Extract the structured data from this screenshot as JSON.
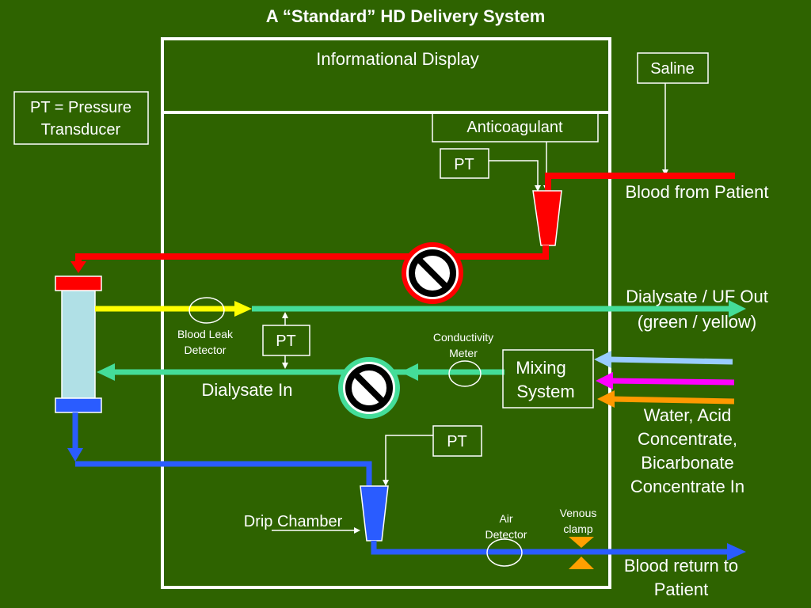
{
  "title": "A “Standard” HD Delivery System",
  "colors": {
    "background": "#2e6300",
    "blood": "#ff0000",
    "dialysate": "#44dd99",
    "uf_yellow": "#ffff00",
    "venous_blue": "#2a5cff",
    "water": "#99ccff",
    "acid": "#ff00ff",
    "bicarbonate": "#ff9900",
    "clamp": "#ffa000",
    "dialyzer_body": "#b0e0e6"
  },
  "boxes": {
    "informational_display": "Informational Display",
    "anticoagulant": "Anticoagulant",
    "saline": "Saline",
    "pt_legend": [
      "PT = Pressure",
      "Transducer"
    ],
    "pt_labels": [
      "PT",
      "PT",
      "PT"
    ],
    "mixing_system": [
      "Mixing",
      "System"
    ]
  },
  "labels": {
    "blood_from_patient": "Blood from Patient",
    "dialysate_uf_out": [
      "Dialysate / UF Out",
      "(green / yellow)"
    ],
    "blood_leak_detector": [
      "Blood Leak",
      "Detector"
    ],
    "conductivity_meter": [
      "Conductivity",
      "Meter"
    ],
    "dialysate_in": "Dialysate In",
    "water_acid_bicarb": [
      "Water, Acid",
      "Concentrate,",
      "Bicarbonate",
      "Concentrate In"
    ],
    "drip_chamber": "Drip Chamber",
    "air_detector": [
      "Air",
      "Detector"
    ],
    "venous_clamp": [
      "Venous",
      "clamp"
    ],
    "blood_return": [
      "Blood return to",
      "Patient"
    ]
  }
}
